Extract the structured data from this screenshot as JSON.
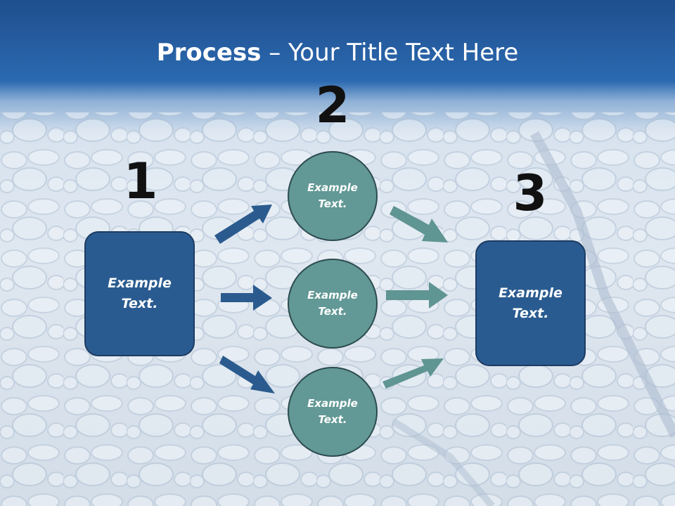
{
  "title": {
    "bold": "Process",
    "rest": " – Your Title Text Here"
  },
  "steps": [
    {
      "number": "1",
      "label": "Example Text."
    },
    {
      "number": "2",
      "label_top": "Example Text.",
      "label_middle": "Example Text.",
      "label_bottom": "Example Text."
    },
    {
      "number": "3",
      "label": "Example Text."
    }
  ],
  "colors": {
    "banner": "#245d9f",
    "box_fill": "#2a5b90",
    "circle_fill": "#629895",
    "arrow_left": "#2b5b8e",
    "arrow_right": "#5f9592",
    "number_text": "#111111"
  }
}
